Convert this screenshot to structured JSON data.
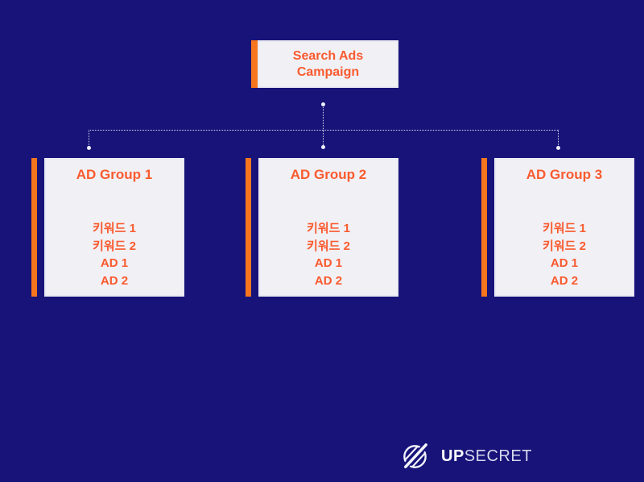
{
  "diagram": {
    "root": {
      "title_line1": "Search Ads",
      "title_line2": "Campaign"
    },
    "groups": [
      {
        "title": "AD Group 1",
        "items": [
          "키워드 1",
          "키워드 2",
          "AD 1",
          "AD 2"
        ]
      },
      {
        "title": "AD Group 2",
        "items": [
          "키워드 1",
          "키워드 2",
          "AD 1",
          "AD 2"
        ]
      },
      {
        "title": "AD Group 3",
        "items": [
          "키워드 1",
          "키워드 2",
          "AD 1",
          "AD 2"
        ]
      }
    ]
  },
  "brand": {
    "name_bold": "UP",
    "name_light": "SECRET",
    "icon": "slashed-circle-logo"
  },
  "colors": {
    "background": "#171379",
    "accent_bar": "#F7761D",
    "text_accent": "#FA5A2E",
    "node_fill": "#F1F0F5",
    "node_border": "#E9E9F3",
    "connector": "#D9DBF0"
  }
}
